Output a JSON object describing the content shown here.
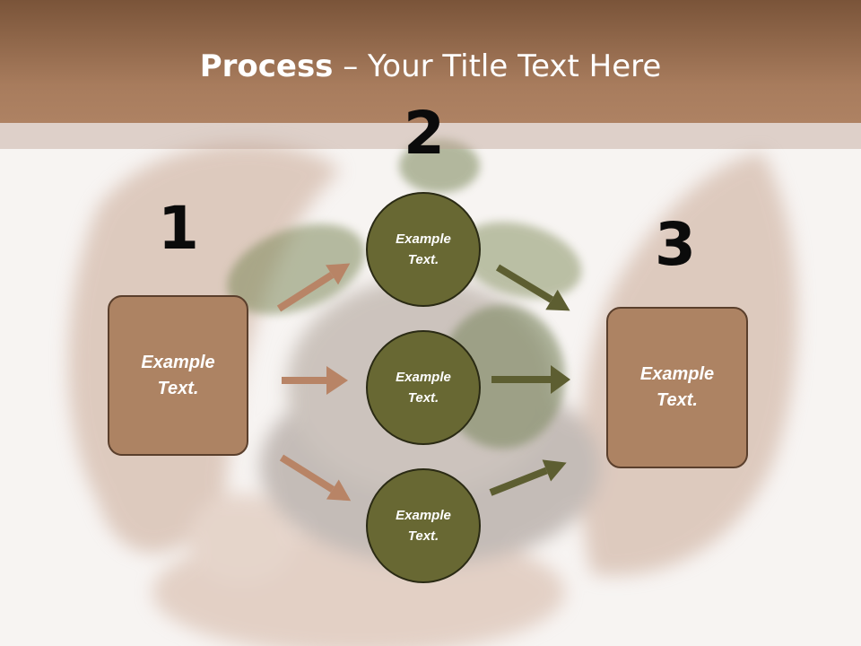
{
  "slide": {
    "title_bold": "Process",
    "title_rest": " – Your Title Text Here"
  },
  "steps": [
    {
      "number": "1",
      "text": "Example\nText."
    },
    {
      "number": "2",
      "text": "Example\nText."
    },
    {
      "number": "3",
      "text": "Example\nText."
    }
  ],
  "middle_nodes": [
    {
      "text": "Example\nText."
    },
    {
      "text": "Example\nText."
    },
    {
      "text": "Example\nText."
    }
  ],
  "colors": {
    "box_fill": "#ad8363",
    "circle_fill": "#686833",
    "arrow_left": "#b88466",
    "arrow_right": "#5d5e31",
    "header": "#a87c5d"
  }
}
